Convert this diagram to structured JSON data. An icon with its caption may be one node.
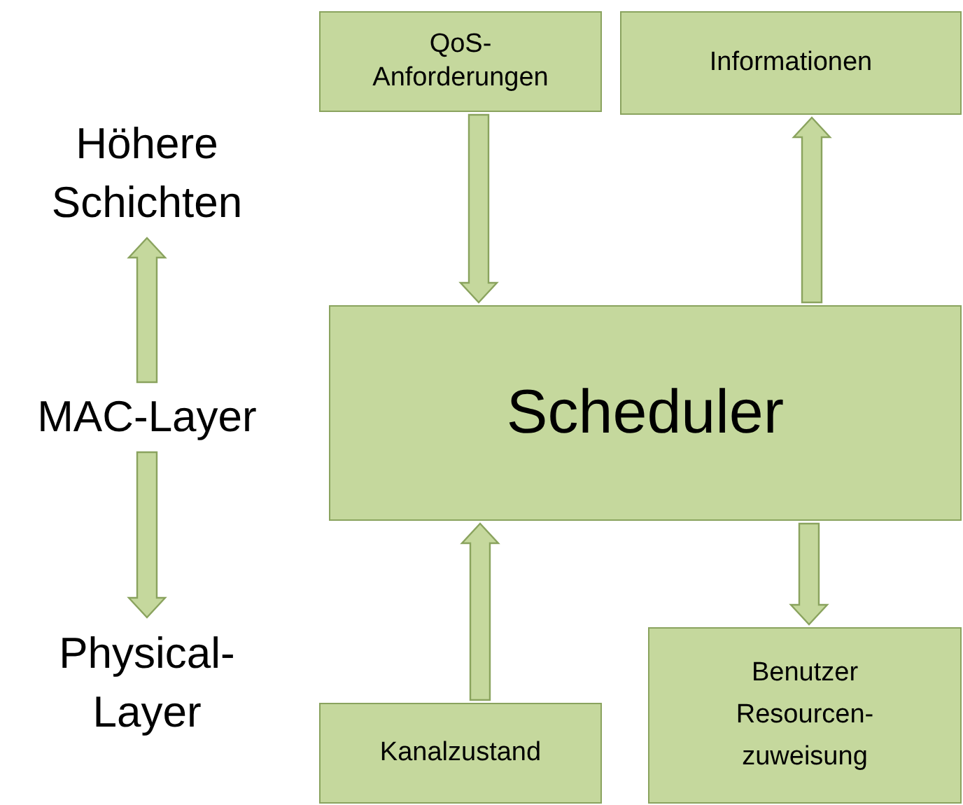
{
  "diagram": {
    "nodes": [
      {
        "text": [
          "Höhere Schichten"
        ]
      },
      {
        "text": [
          "MAC-Layer"
        ]
      },
      {
        "text": [
          "Physical-Layer"
        ]
      },
      {
        "text": [
          "QoS-Anforderungen"
        ]
      },
      {
        "text": [
          "Informationen"
        ]
      },
      {
        "text": [
          "Scheduler"
        ]
      },
      {
        "text": [
          "Kanalzustand"
        ]
      },
      {
        "text": [
          "Benutzer Resourcen-zuweisung"
        ]
      }
    ],
    "edges": [
      {
        "from": 1,
        "to": 0,
        "arrow": "to"
      },
      {
        "from": 1,
        "to": 2,
        "arrow": "to"
      },
      {
        "from": 3,
        "to": 5,
        "arrow": "to"
      },
      {
        "from": 5,
        "to": 4,
        "arrow": "to"
      },
      {
        "from": 6,
        "to": 5,
        "arrow": "to"
      },
      {
        "from": 5,
        "to": 7,
        "arrow": "to"
      }
    ]
  }
}
